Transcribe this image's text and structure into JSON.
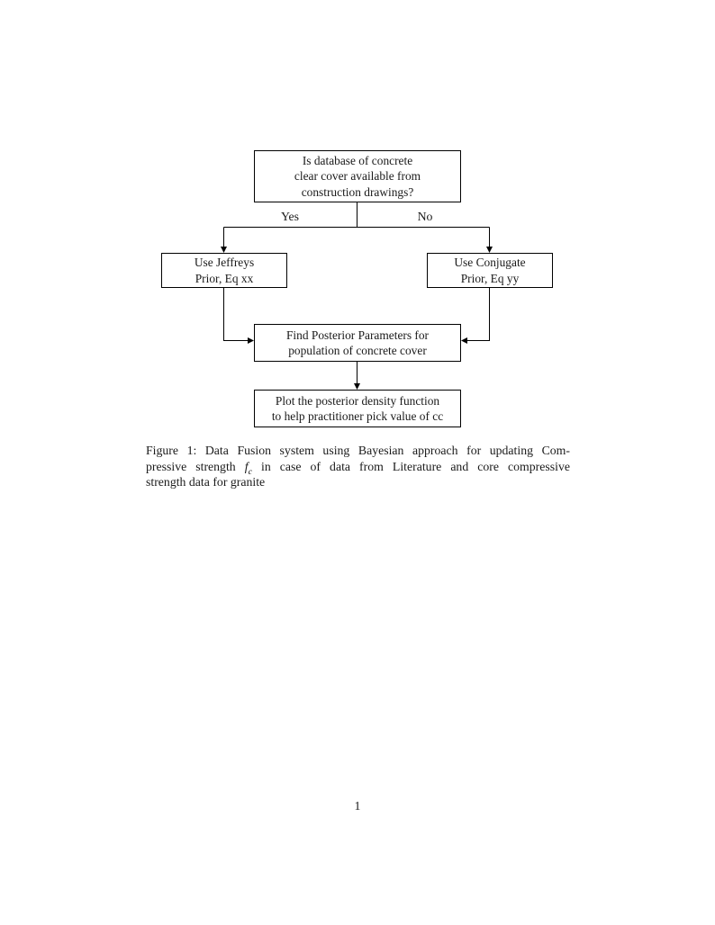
{
  "figure": {
    "nodes": {
      "decision": "Is database of concrete\nclear cover available from\nconstruction drawings?",
      "jeffreys": "Use Jeffreys\nPrior, Eq xx",
      "conjugate": "Use Conjugate\nPrior, Eq yy",
      "posterior": "Find Posterior Parameters for\npopulation of concrete cover",
      "plot": "Plot the posterior density function\nto help practitioner pick value of cc"
    },
    "edge_labels": {
      "yes": "Yes",
      "no": "No"
    },
    "line_color": "#000000"
  },
  "caption": {
    "line1": "Figure 1: Data Fusion system using Bayesian approach for updating Com-",
    "line2_pre": "pressive strength",
    "fc_base": "f",
    "fc_sub": "c",
    "line2_post": "in case of data from Literature and core compressive",
    "line3": "strength data for granite"
  },
  "page": {
    "number": "1"
  }
}
